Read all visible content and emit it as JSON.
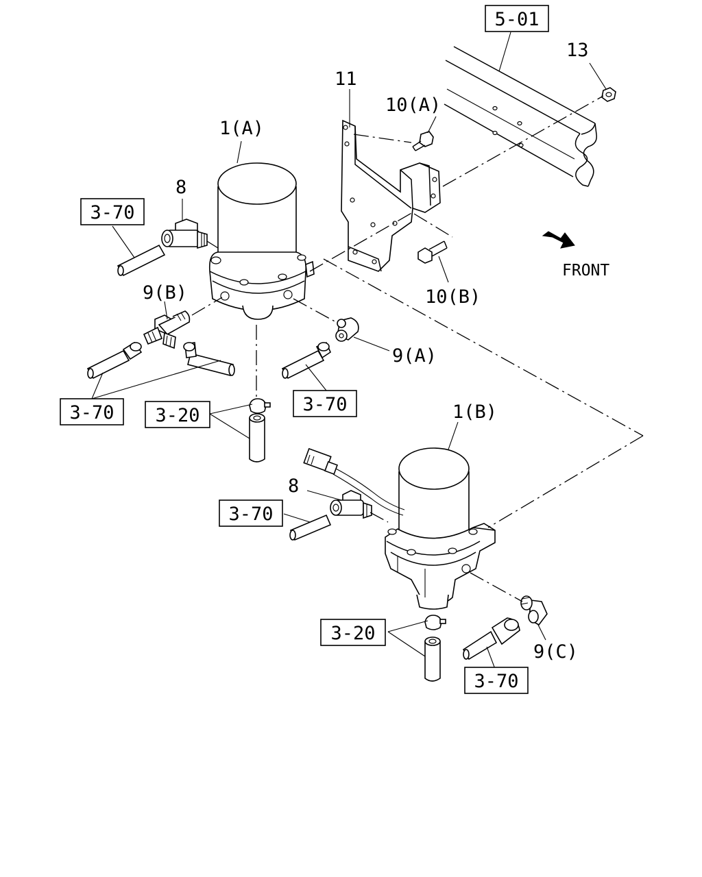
{
  "labels": {
    "frame_ref": "5-01",
    "nut": "13",
    "bracket": "11",
    "bolt_a": "10(A)",
    "bolt_b": "10(B)",
    "dryer_a": "1(A)",
    "dryer_b": "1(B)",
    "fitting_8_top": "8",
    "fitting_8_bottom": "8",
    "fitting_9a": "9(A)",
    "fitting_9b": "9(B)",
    "fitting_9c": "9(C)",
    "hose_ref_1": "3-70",
    "hose_ref_2": "3-70",
    "hose_ref_3": "3-70",
    "hose_ref_4": "3-70",
    "hose_ref_5": "3-70",
    "drain_ref_1": "3-20",
    "drain_ref_2": "3-20",
    "front": "FRONT"
  },
  "icons": {
    "direction": "front-arrow-icon"
  }
}
